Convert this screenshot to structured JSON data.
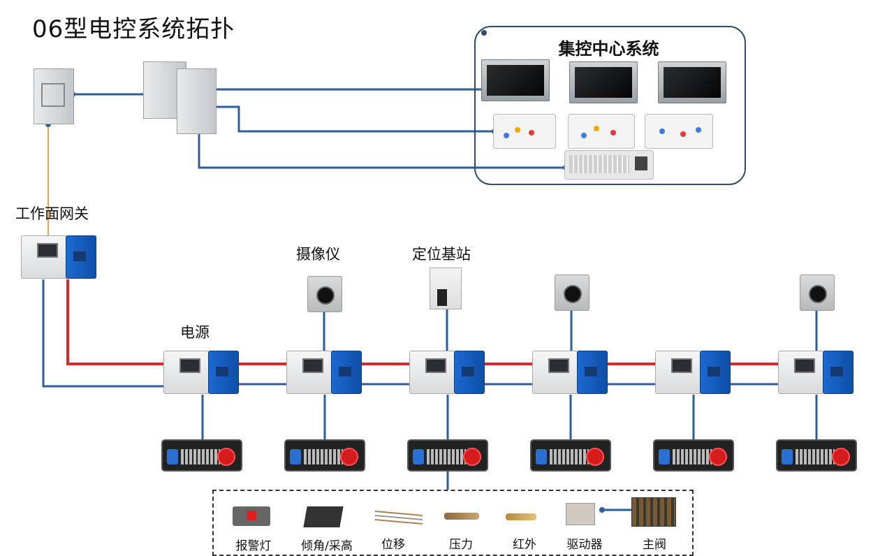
{
  "title": "06型电控系统拓扑",
  "center_system": {
    "title": "集控中心系统"
  },
  "labels": {
    "gateway": "工作面网关",
    "power": "电源",
    "camera": "摄像仪",
    "positioning_station": "定位基站"
  },
  "sensors": [
    {
      "label": "报警灯"
    },
    {
      "label": "倾角/采高"
    },
    {
      "label": "位移"
    },
    {
      "label": "压力"
    },
    {
      "label": "红外"
    },
    {
      "label": "驱动器"
    },
    {
      "label": "主阀"
    }
  ],
  "colors": {
    "comm_line": "#2e5d9a",
    "power_line": "#d42a2a",
    "fiber_line": "#f0a050",
    "center_border": "#2d4b6e"
  }
}
